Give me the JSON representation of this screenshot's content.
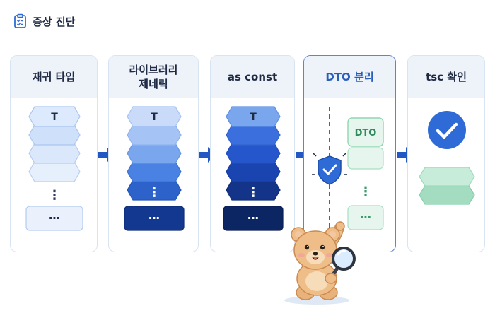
{
  "header": {
    "title": "증상 진단",
    "icon": "clipboard-icon"
  },
  "stages": [
    {
      "label": "재귀 타입",
      "top_item": "T",
      "bottom_item": "⋯",
      "dots": "⋮"
    },
    {
      "label": "라이브러리\n제네릭",
      "top_item": "T",
      "bottom_item": "⋯",
      "dots": "⋮"
    },
    {
      "label": "as const",
      "top_item": "T",
      "bottom_item": "⋯",
      "dots": "⋮"
    },
    {
      "label": "DTO 분리",
      "top_item": "DTO",
      "bottom_item": "⋯",
      "dots": "⋮",
      "icon": "shield-check-icon"
    },
    {
      "label": "tsc 확인",
      "icon": "check-circle-icon"
    }
  ],
  "colors": {
    "accent": "#2f6bd6",
    "card_border": "#d9e4f2",
    "card_header_bg": "#eef3fa",
    "highlight_border": "#5a86cf",
    "green": "#8fd6b2",
    "arrow": "#2258c4"
  },
  "mascot": "bear-with-magnifier-icon"
}
